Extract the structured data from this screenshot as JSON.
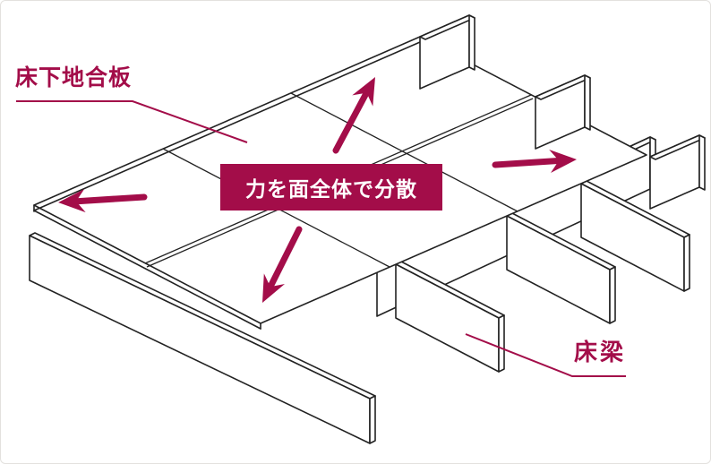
{
  "diagram": {
    "title_banner": {
      "text": "力を面全体で分散"
    },
    "labels": {
      "subfloor": {
        "text": "床下地合板"
      },
      "beam": {
        "text": "床梁"
      }
    },
    "arrows": [
      {
        "name": "force-arrow-up",
        "direction": "up-right"
      },
      {
        "name": "force-arrow-right",
        "direction": "right"
      },
      {
        "name": "force-arrow-left",
        "direction": "left"
      },
      {
        "name": "force-arrow-down-left",
        "direction": "down-left"
      }
    ],
    "colors": {
      "accent": "#a30d49",
      "line": "#222222",
      "background": "#ffffff",
      "banner_text": "#ffffff"
    }
  }
}
